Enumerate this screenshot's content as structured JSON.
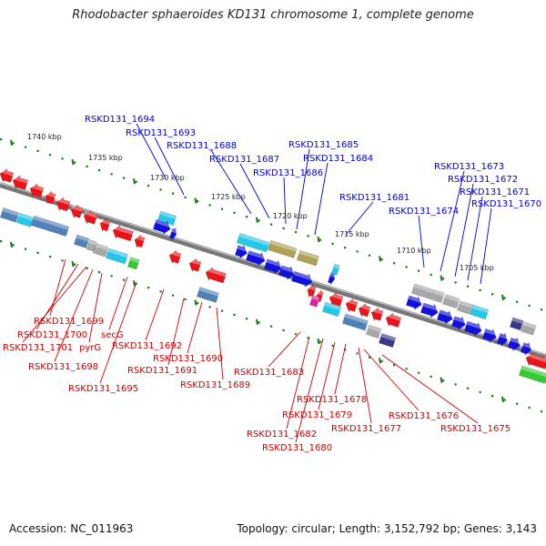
{
  "title": "Rhodobacter sphaeroides KD131 chromosome 1, complete genome",
  "accession_text": "Accession: NC_011963",
  "summary_text": "Topology: circular; Length: 3,152,792 bp; Genes: 3,143",
  "colors": {
    "backbone": "#888888",
    "ticks": "#1a7a1a",
    "top_labels": "#0000cc",
    "bottom_labels": "#cc0000",
    "gene_red": "#e8141a",
    "gene_blue": "#1111dd",
    "gene_cyan": "#22c8e8",
    "gene_steel": "#4f80b8",
    "gene_olive": "#b0a055",
    "gene_gray": "#a8a8a8",
    "gene_green": "#33cc33",
    "gene_magenta": "#e020a0",
    "gene_navy": "#3a3a8a"
  },
  "kbp_labels": [
    "1740 kbp",
    "1735 kbp",
    "1730 kbp",
    "1725 kbp",
    "1720 kbp",
    "1715 kbp",
    "1710 kbp",
    "1705 kbp"
  ],
  "top_genes": [
    "RSKD131_1694",
    "RSKD131_1693",
    "RSKD131_1688",
    "RSKD131_1687",
    "RSKD131_1686",
    "RSKD131_1685",
    "RSKD131_1684",
    "RSKD131_1681",
    "RSKD131_1674",
    "RSKD131_1673",
    "RSKD131_1672",
    "RSKD131_1671",
    "RSKD131_1670"
  ],
  "bottom_genes": [
    "RSKD131_1699",
    "RSKD131_1700",
    "RSKD131_1701",
    "pyrG",
    "secG",
    "RSKD131_1698",
    "RSKD131_1695",
    "RSKD131_1692",
    "RSKD131_1691",
    "RSKD131_1690",
    "RSKD131_1689",
    "RSKD131_1683",
    "RSKD131_1678",
    "RSKD131_1679",
    "RSKD131_1682",
    "RSKD131_1680",
    "RSKD131_1677",
    "RSKD131_1676",
    "RSKD131_1675"
  ]
}
